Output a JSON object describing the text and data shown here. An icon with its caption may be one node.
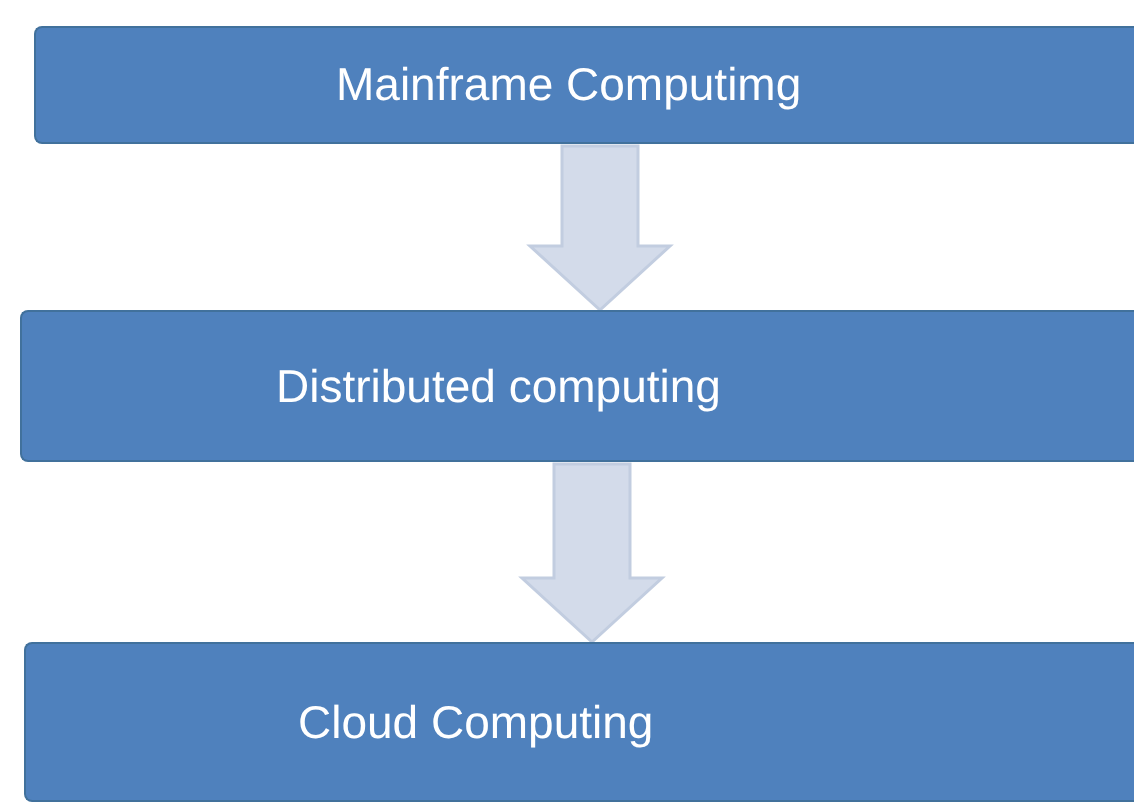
{
  "diagram": {
    "nodes": [
      {
        "text": [
          "Mainframe Computimg"
        ]
      },
      {
        "text": [
          "Distributed computing"
        ]
      },
      {
        "text": [
          "Cloud Computing"
        ]
      }
    ],
    "edges": [
      {
        "from": 0,
        "to": 1,
        "arrow": "to"
      },
      {
        "from": 1,
        "to": 2,
        "arrow": "to"
      }
    ]
  }
}
